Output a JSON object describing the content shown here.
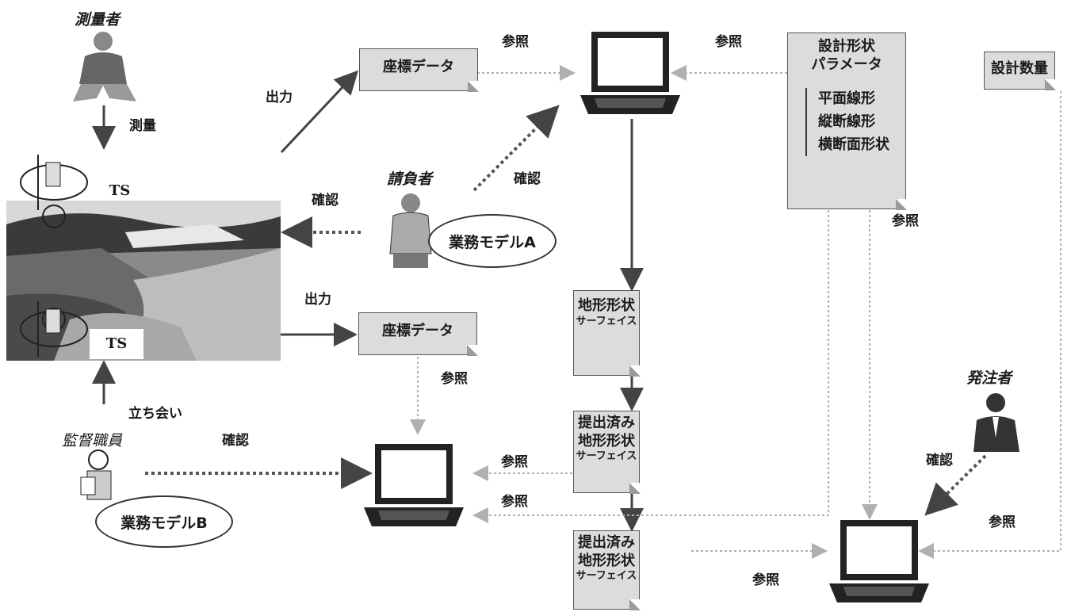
{
  "roles": {
    "surveyor": "測量者",
    "contractor": "請負者",
    "supervisor": "監督職員",
    "client": "発注者"
  },
  "labels": {
    "survey": "測量",
    "output_top": "出力",
    "output_mid": "出力",
    "confirm_photo": "確認",
    "confirm_contractor": "確認",
    "confirm_supervisor": "確認",
    "confirm_client": "確認",
    "witness": "立ち会い",
    "ref_top_left": "参照",
    "ref_top_right": "参照",
    "ref_design": "参照",
    "ref_coord_mid": "参照",
    "ref_laptop2_a": "参照",
    "ref_laptop2_b": "参照",
    "ref_bottom": "参照",
    "ref_right": "参照",
    "ts_top": "TS",
    "ts_bottom": "TS"
  },
  "docs": {
    "coord_top": "座標データ",
    "coord_mid": "座標データ",
    "design_params_line1": "設計形状",
    "design_params_line2": "パラメータ",
    "design_items": [
      "平面線形",
      "縦断線形",
      "横断面形状"
    ],
    "design_quantity": "設計数量",
    "terrain_line1": "地形形状",
    "terrain_line2": "サーフェイス",
    "submitted1_line1": "提出済み",
    "submitted1_line2": "地形形状",
    "submitted1_line3": "サーフェイス",
    "submitted2_line1": "提出済み",
    "submitted2_line2": "地形形状",
    "submitted2_line3": "サーフェイス"
  },
  "models": {
    "model_a": "業務モデルA",
    "model_b": "業務モデルB"
  }
}
